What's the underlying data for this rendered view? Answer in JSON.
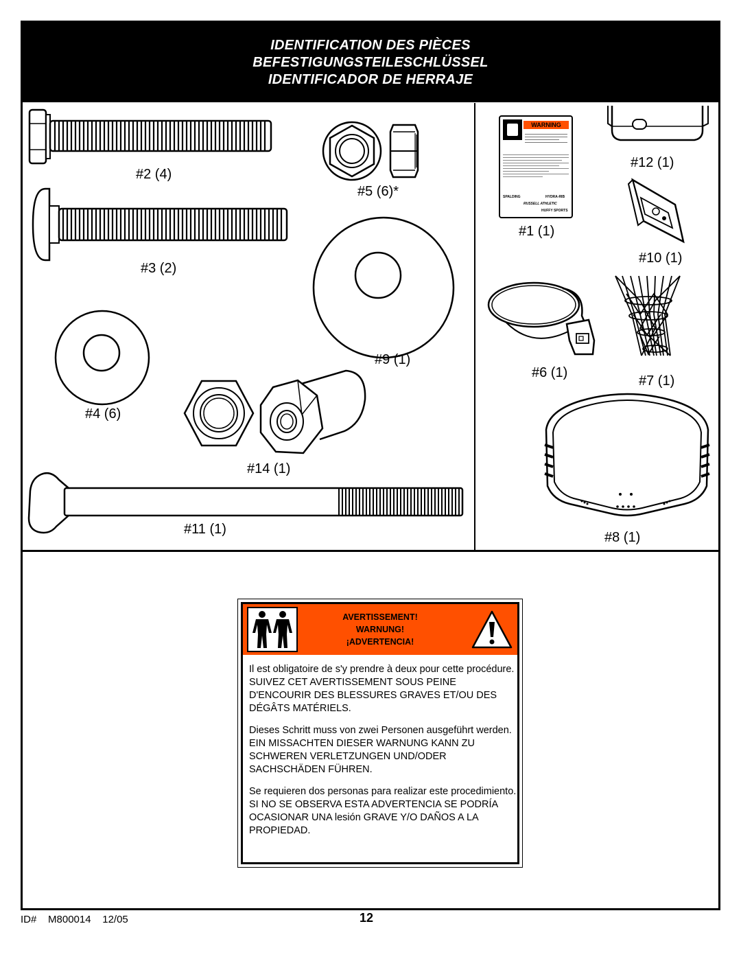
{
  "header": {
    "title_fr": "IDENTIFICATION DES PIÈCES",
    "title_de": "BEFESTIGUNGSTEILESCHLÜSSEL",
    "title_es": "IDENTIFICADOR DE HERRAJE"
  },
  "parts": {
    "p2": "#2 (4)",
    "p3": "#3 (2)",
    "p4": "#4 (6)",
    "p5": "#5 (6)*",
    "p9": "#9 (1)",
    "p14": "#14 (1)",
    "p11": "#11 (1)",
    "p1": "#1 (1)",
    "p12": "#12 (1)",
    "p10": "#10 (1)",
    "p6": "#6 (1)",
    "p7": "#7 (1)",
    "p8": "#8 (1)"
  },
  "warning_label": {
    "heading": "WARNING",
    "brands": [
      "SPALDING",
      "HYDRA-RIB",
      "RUSSELL ATHLETIC",
      "HUFFY SPORTS"
    ]
  },
  "warning": {
    "title_fr": "AVERTISSEMENT!",
    "title_de": "WARNUNG!",
    "title_es": "¡ADVERTENCIA!",
    "text_fr": "Il est obligatoire de s'y prendre à deux pour cette procédure. SUIVEZ CET AVERTISSEMENT SOUS PEINE D'ENCOURIR DES BLESSURES GRAVES ET/OU DES DÉGÂTS MATÉRIELS.",
    "text_de": "Dieses Schritt muss von zwei Personen ausgeführt werden.  EIN MISSACHTEN DIESER WARNUNG KANN ZU SCHWEREN VERLETZUNGEN UND/ODER SACHSCHÄDEN FÜHREN.",
    "text_es": "Se requieren dos personas para realizar este procedimiento.  SI NO SE OBSERVA ESTA ADVERTENCIA SE PODRÍA OCASIONAR UNA lesión GRAVE Y/O DAÑOS A LA PROPIEDAD.",
    "accent_color": "#ff5000"
  },
  "footer": {
    "id": "ID#    M800014    12/05",
    "page": "12"
  }
}
